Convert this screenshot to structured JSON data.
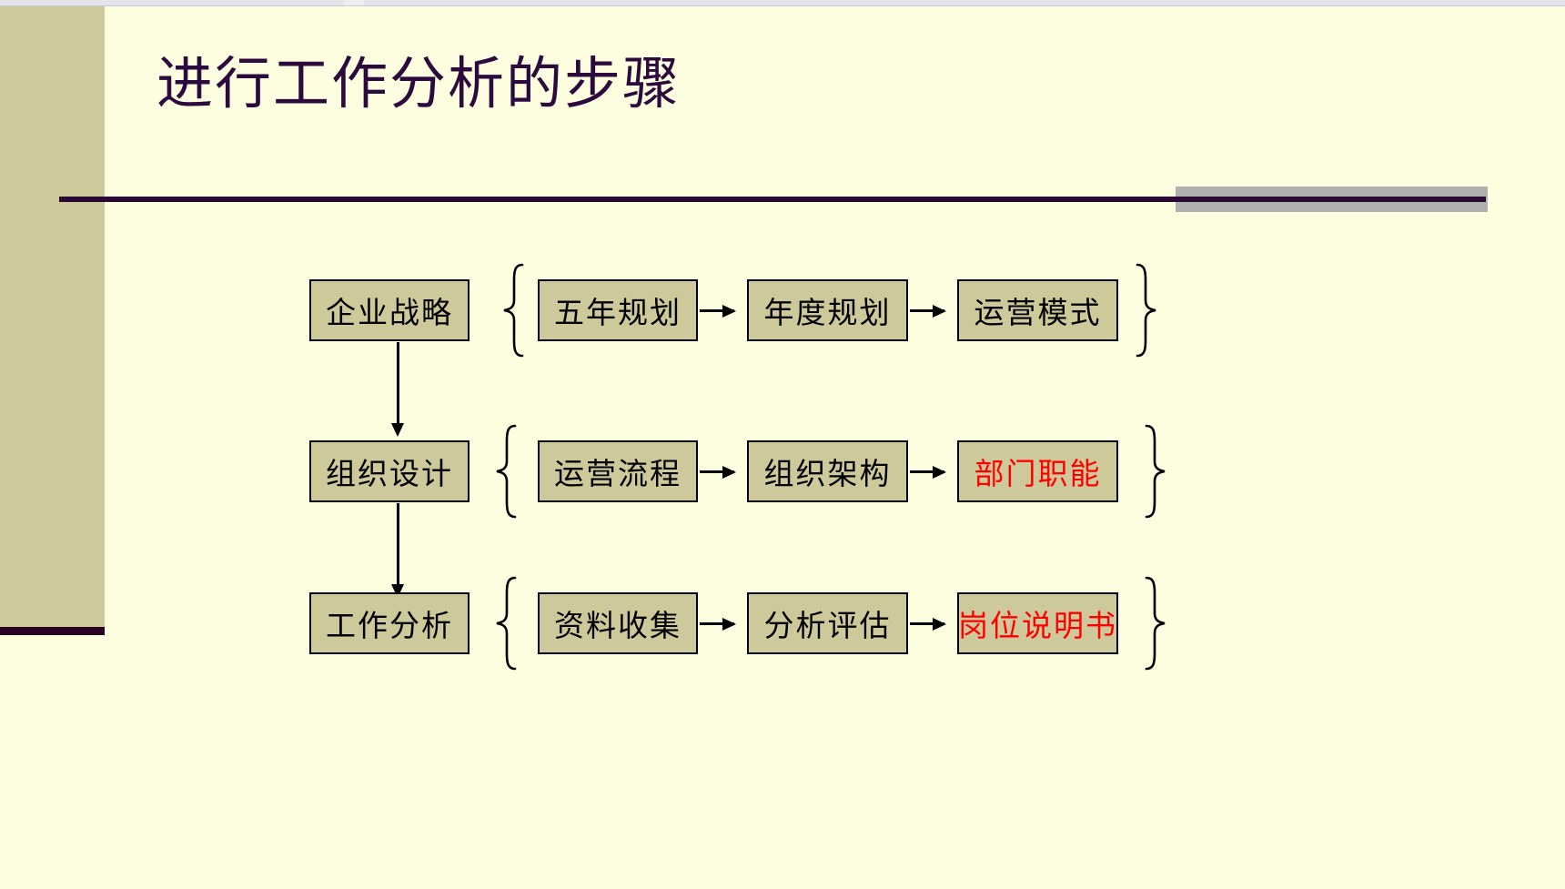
{
  "slide": {
    "title": "进行工作分析的步骤",
    "background_color": "#fdfddf",
    "sidebar_color": "#cdc99a",
    "title_color": "#2c0a3d",
    "rule_color": "#2a0a33",
    "accent_band_color": "#b0b0b0",
    "box_fill_color": "#cdc99a",
    "highlight_text_color": "#ff0000"
  },
  "diagram": {
    "rows": [
      {
        "stage": "企业战略",
        "steps": [
          "五年规划",
          "年度规划",
          "运营模式"
        ],
        "highlight_index": -1
      },
      {
        "stage": "组织设计",
        "steps": [
          "运营流程",
          "组织架构",
          "部门职能"
        ],
        "highlight_index": 2
      },
      {
        "stage": "工作分析",
        "steps": [
          "资料收集",
          "分析评估",
          "岗位说明书"
        ],
        "highlight_index": 2
      }
    ]
  }
}
